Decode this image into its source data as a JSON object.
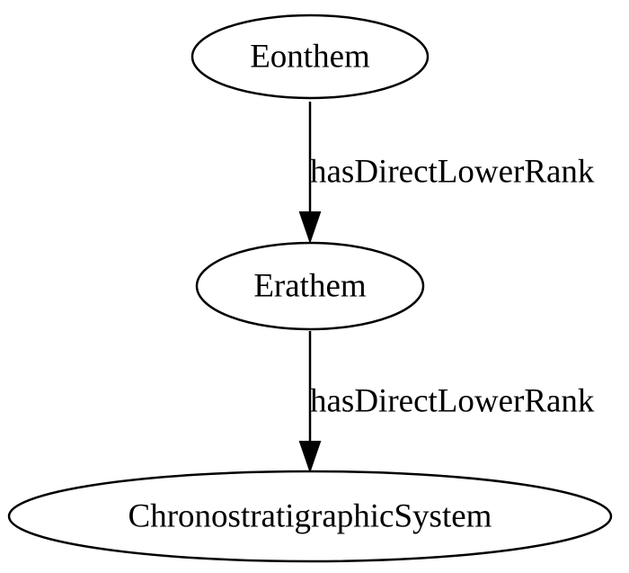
{
  "graph": {
    "nodes": {
      "eonthem": "Eonthem",
      "erathem": "Erathem",
      "system": "ChronostratigraphicSystem"
    },
    "edges": [
      {
        "from": "Eonthem",
        "to": "Erathem",
        "label": "hasDirectLowerRank"
      },
      {
        "from": "Erathem",
        "to": "ChronostratigraphicSystem",
        "label": "hasDirectLowerRank"
      }
    ]
  }
}
